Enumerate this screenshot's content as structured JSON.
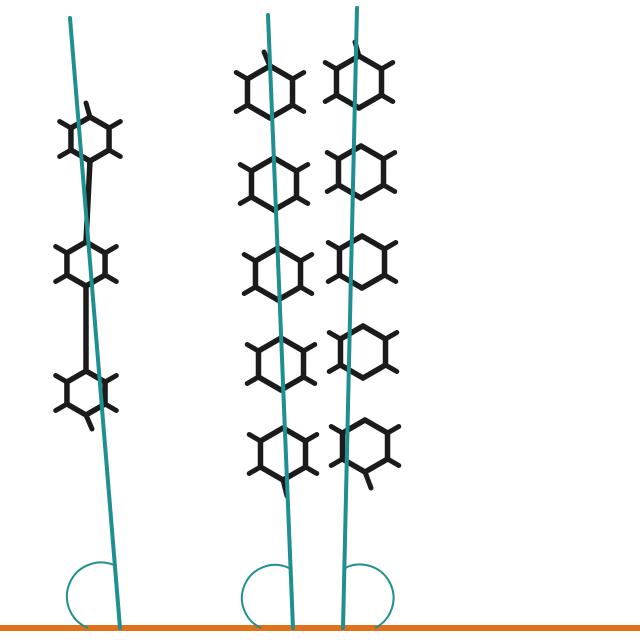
{
  "figure": {
    "description_visible_text": "",
    "colors": {
      "molecule": "#1b1b1b",
      "tilt_axis": "#1f8f8f",
      "substrate": "#e0701a",
      "background": "#ffffff"
    },
    "molecules": [
      {
        "name": "molecule-1",
        "rings": 3,
        "tilt": "slight-left"
      },
      {
        "name": "molecule-2",
        "rings": 5,
        "tilt": "near-vertical"
      },
      {
        "name": "molecule-3",
        "rings": 5,
        "tilt": "near-vertical"
      }
    ]
  }
}
